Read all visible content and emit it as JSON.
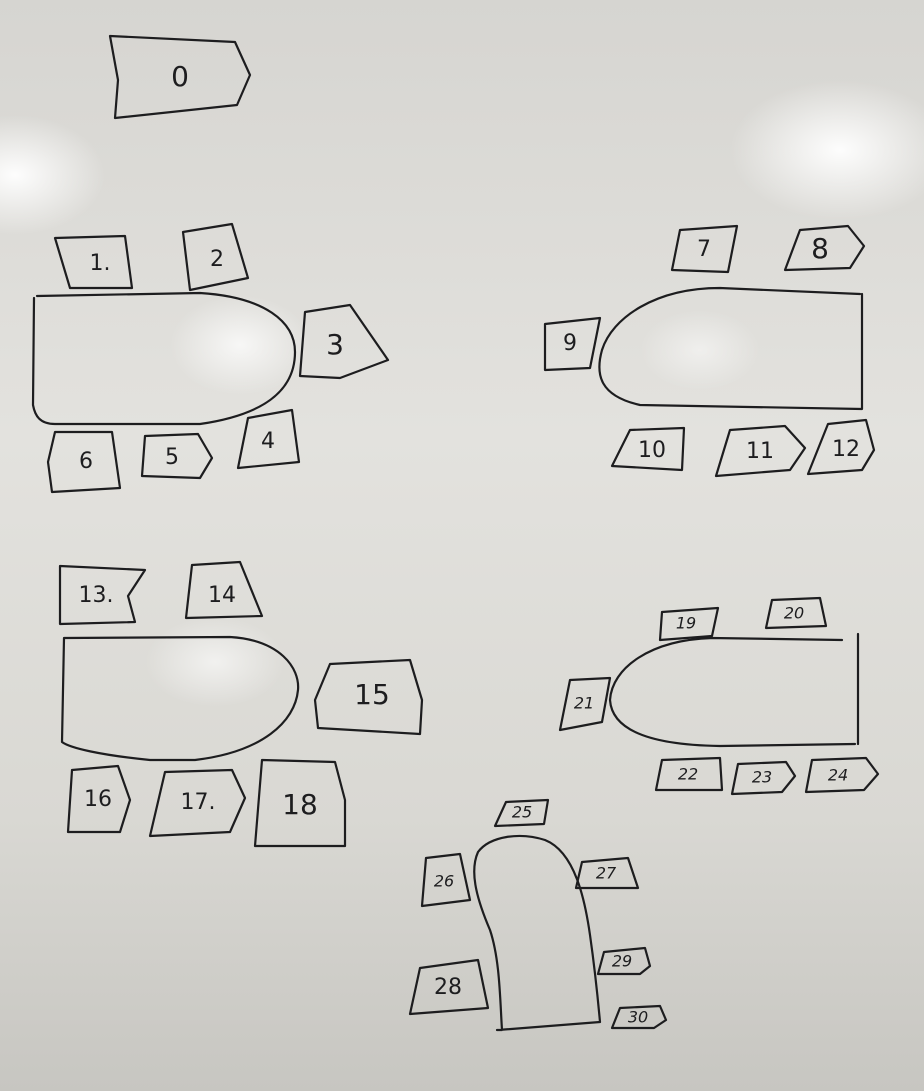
{
  "seats": [
    {
      "id": "seat-0",
      "label": "0"
    },
    {
      "id": "seat-1",
      "label": "1."
    },
    {
      "id": "seat-2",
      "label": "2"
    },
    {
      "id": "seat-3",
      "label": "3"
    },
    {
      "id": "seat-4",
      "label": "4"
    },
    {
      "id": "seat-5",
      "label": "5"
    },
    {
      "id": "seat-6",
      "label": "6"
    },
    {
      "id": "seat-7",
      "label": "7"
    },
    {
      "id": "seat-8",
      "label": "8"
    },
    {
      "id": "seat-9",
      "label": "9"
    },
    {
      "id": "seat-10",
      "label": "10"
    },
    {
      "id": "seat-11",
      "label": "11"
    },
    {
      "id": "seat-12",
      "label": "12"
    },
    {
      "id": "seat-13",
      "label": "13."
    },
    {
      "id": "seat-14",
      "label": "14"
    },
    {
      "id": "seat-15",
      "label": "15"
    },
    {
      "id": "seat-16",
      "label": "16"
    },
    {
      "id": "seat-17",
      "label": "17."
    },
    {
      "id": "seat-18",
      "label": "18"
    },
    {
      "id": "seat-19",
      "label": "19"
    },
    {
      "id": "seat-20",
      "label": "20"
    },
    {
      "id": "seat-21",
      "label": "21"
    },
    {
      "id": "seat-22",
      "label": "22"
    },
    {
      "id": "seat-23",
      "label": "23"
    },
    {
      "id": "seat-24",
      "label": "24"
    },
    {
      "id": "seat-25",
      "label": "25"
    },
    {
      "id": "seat-26",
      "label": "26"
    },
    {
      "id": "seat-27",
      "label": "27"
    },
    {
      "id": "seat-28",
      "label": "28"
    },
    {
      "id": "seat-29",
      "label": "29"
    },
    {
      "id": "seat-30",
      "label": "30"
    }
  ],
  "colors": {
    "board": "#e3e2de",
    "ink": "#1d1d1f"
  }
}
